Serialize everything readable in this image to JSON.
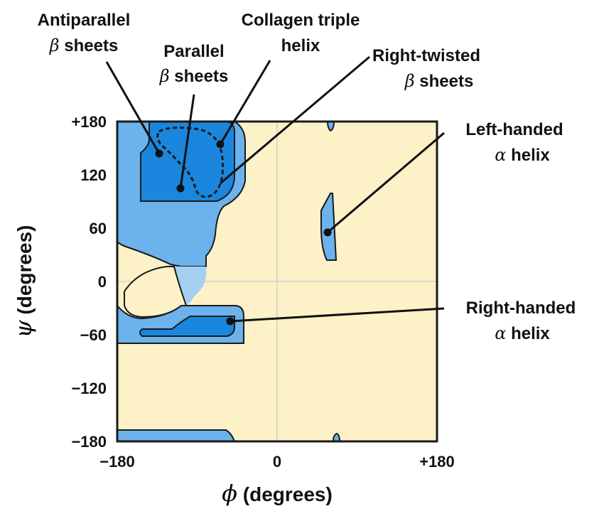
{
  "axes": {
    "x_label_symbol": "ϕ",
    "x_label_text": " (degrees)",
    "y_label_symbol": "ψ",
    "y_label_text": " (degrees)",
    "x_ticks": [
      -180,
      0,
      180
    ],
    "x_tick_labels": [
      "−180",
      "0",
      "+180"
    ],
    "y_ticks": [
      180,
      120,
      60,
      0,
      -60,
      -120,
      -180
    ],
    "y_tick_labels": [
      "+180",
      "120",
      "60",
      "0",
      "−60",
      "−120",
      "−180"
    ],
    "range": [
      -180,
      180
    ]
  },
  "annotations": {
    "antiparallel": {
      "line1": "Antiparallel",
      "greek": "β",
      "line2": " sheets",
      "phi": -132,
      "psi": 143
    },
    "parallel": {
      "line1": "Parallel",
      "greek": "β",
      "line2": " sheets",
      "phi": -108,
      "psi": 104
    },
    "collagen": {
      "line1": "Collagen triple",
      "line2": "helix",
      "phi": -62,
      "psi": 154
    },
    "right_twisted": {
      "line1": "Right-twisted",
      "greek": "β",
      "line2": " sheets",
      "phi": -64,
      "psi": 108
    },
    "left_handed": {
      "line1": "Left-handed",
      "greek": "α",
      "line2": " helix",
      "phi": 57,
      "psi": 55
    },
    "right_handed": {
      "line1": "Right-handed",
      "greek": "α",
      "line2": " helix",
      "phi": -50,
      "psi": -45
    }
  },
  "colors": {
    "background_region": "#fdf1c8",
    "allowed_light": "#a5d0f2",
    "allowed_medium": "#6cb2ec",
    "allowed_dark": "#1b86dd",
    "outline": "#1a1a1a",
    "grid_line": "#cfcfcf"
  }
}
